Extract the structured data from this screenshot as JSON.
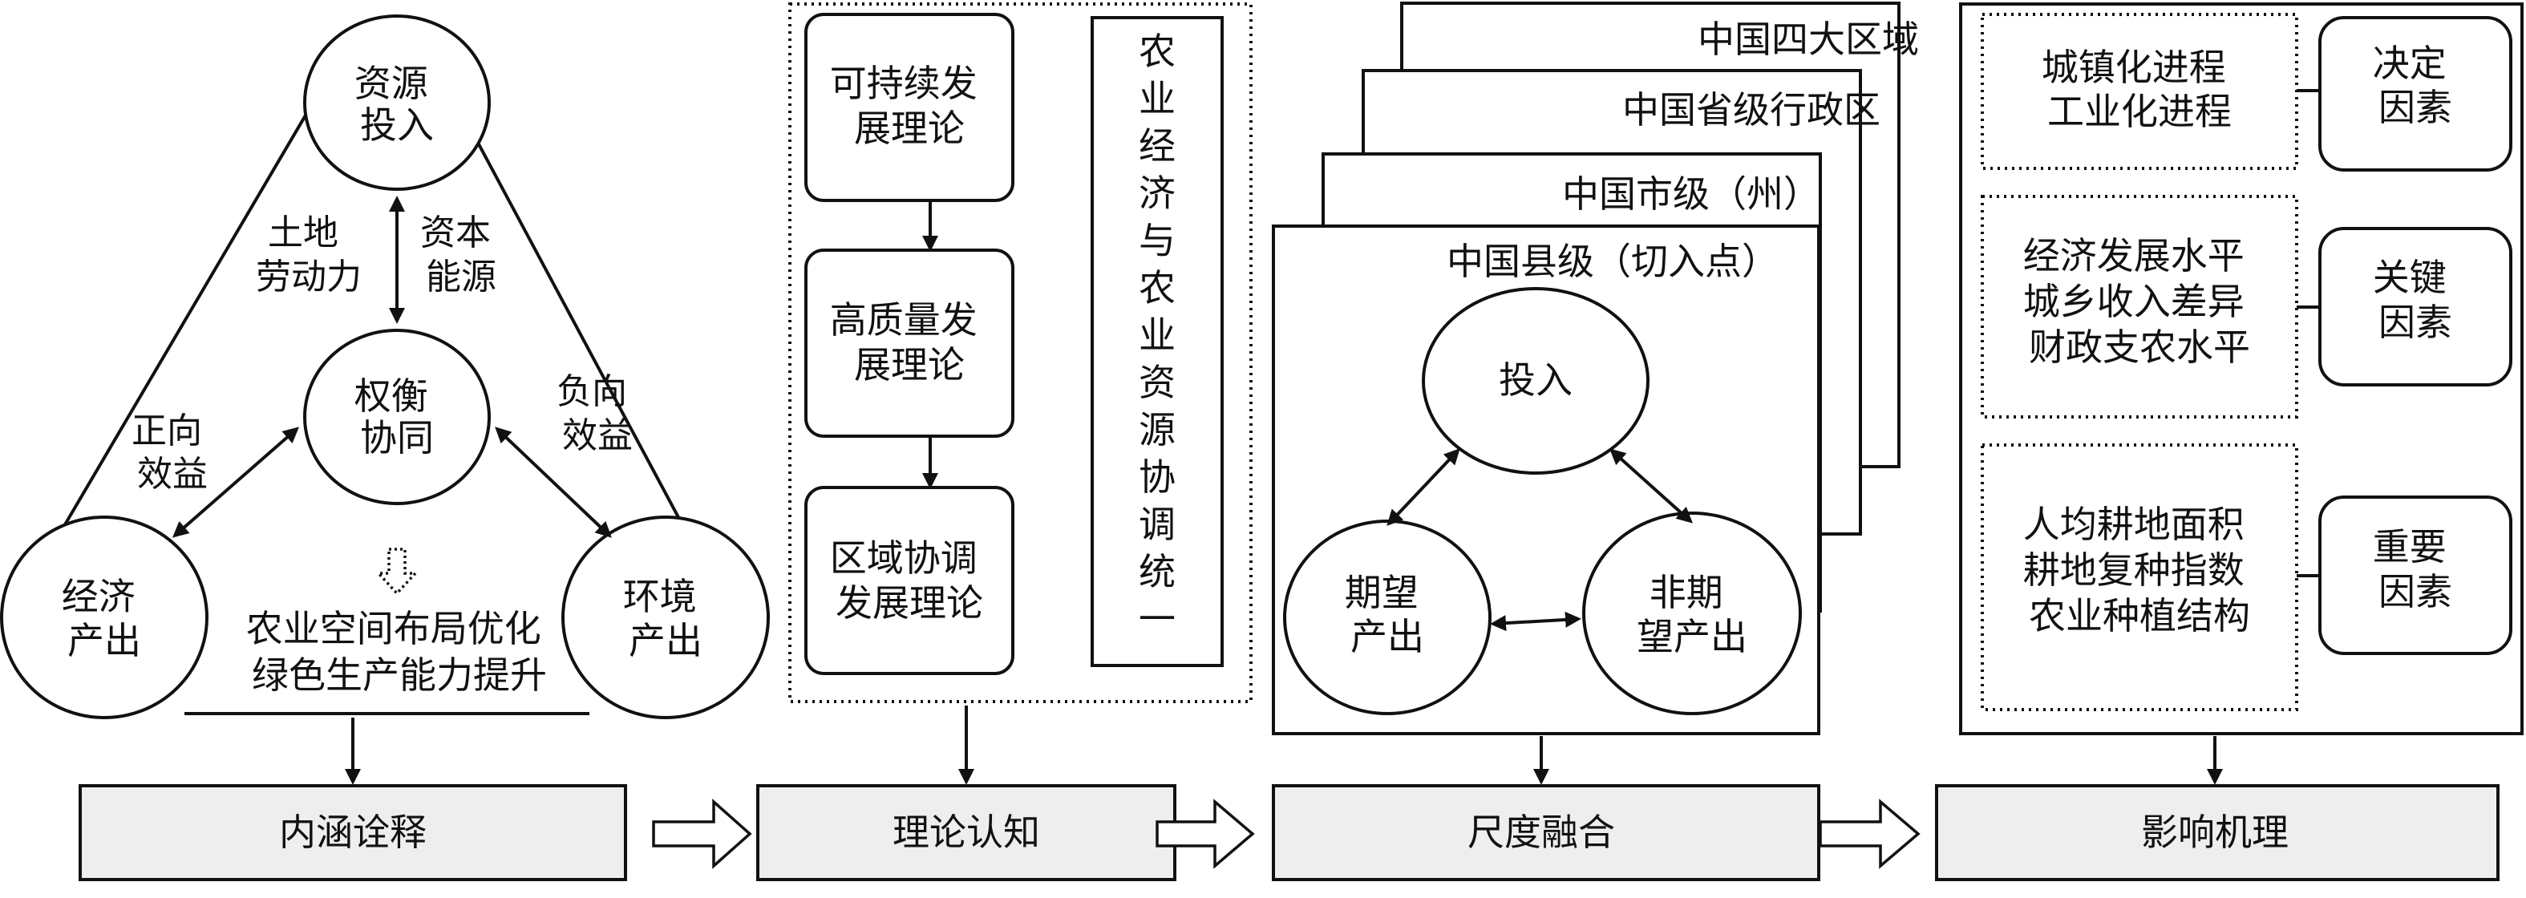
{
  "connotation": {
    "resource_input": [
      "资源",
      "投入"
    ],
    "land_labor": [
      "土地",
      "劳动力"
    ],
    "capital_energy": [
      "资本",
      "能源"
    ],
    "tradeoff": [
      "权衡",
      "协同"
    ],
    "positive_benefit": [
      "正向",
      "效益"
    ],
    "negative_benefit": [
      "负向",
      "效益"
    ],
    "economic_output": [
      "经济",
      "产出"
    ],
    "environment_output": [
      "环境",
      "产出"
    ],
    "result": [
      "农业空间布局优化",
      "绿色生产能力提升"
    ]
  },
  "theory": {
    "items": [
      [
        "可持续发",
        "展理论"
      ],
      [
        "高质量发",
        "展理论"
      ],
      [
        "区域协调",
        "发展理论"
      ]
    ],
    "vertical": [
      "农",
      "业",
      "经",
      "济",
      "与",
      "农",
      "业",
      "资",
      "源",
      "协",
      "调",
      "统",
      "一"
    ]
  },
  "scale": {
    "layers": [
      "中国四大区域",
      "中国省级行政区",
      "中国市级（州）",
      "中国县级（切入点）"
    ],
    "input": "投入",
    "desired_output": [
      "期望",
      "产出"
    ],
    "undesired_output": [
      "非期",
      "望产出"
    ]
  },
  "mechanism": {
    "groups": [
      {
        "factors": [
          "城镇化进程",
          "工业化进程"
        ],
        "level": [
          "决定",
          "因素"
        ]
      },
      {
        "factors": [
          "经济发展水平",
          "城乡收入差异",
          "财政支农水平"
        ],
        "level": [
          "关键",
          "因素"
        ]
      },
      {
        "factors": [
          "人均耕地面积",
          "耕地复种指数",
          "农业种植结构"
        ],
        "level": [
          "重要",
          "因素"
        ]
      }
    ]
  },
  "stages": [
    "内涵诠释",
    "理论认知",
    "尺度融合",
    "影响机理"
  ]
}
